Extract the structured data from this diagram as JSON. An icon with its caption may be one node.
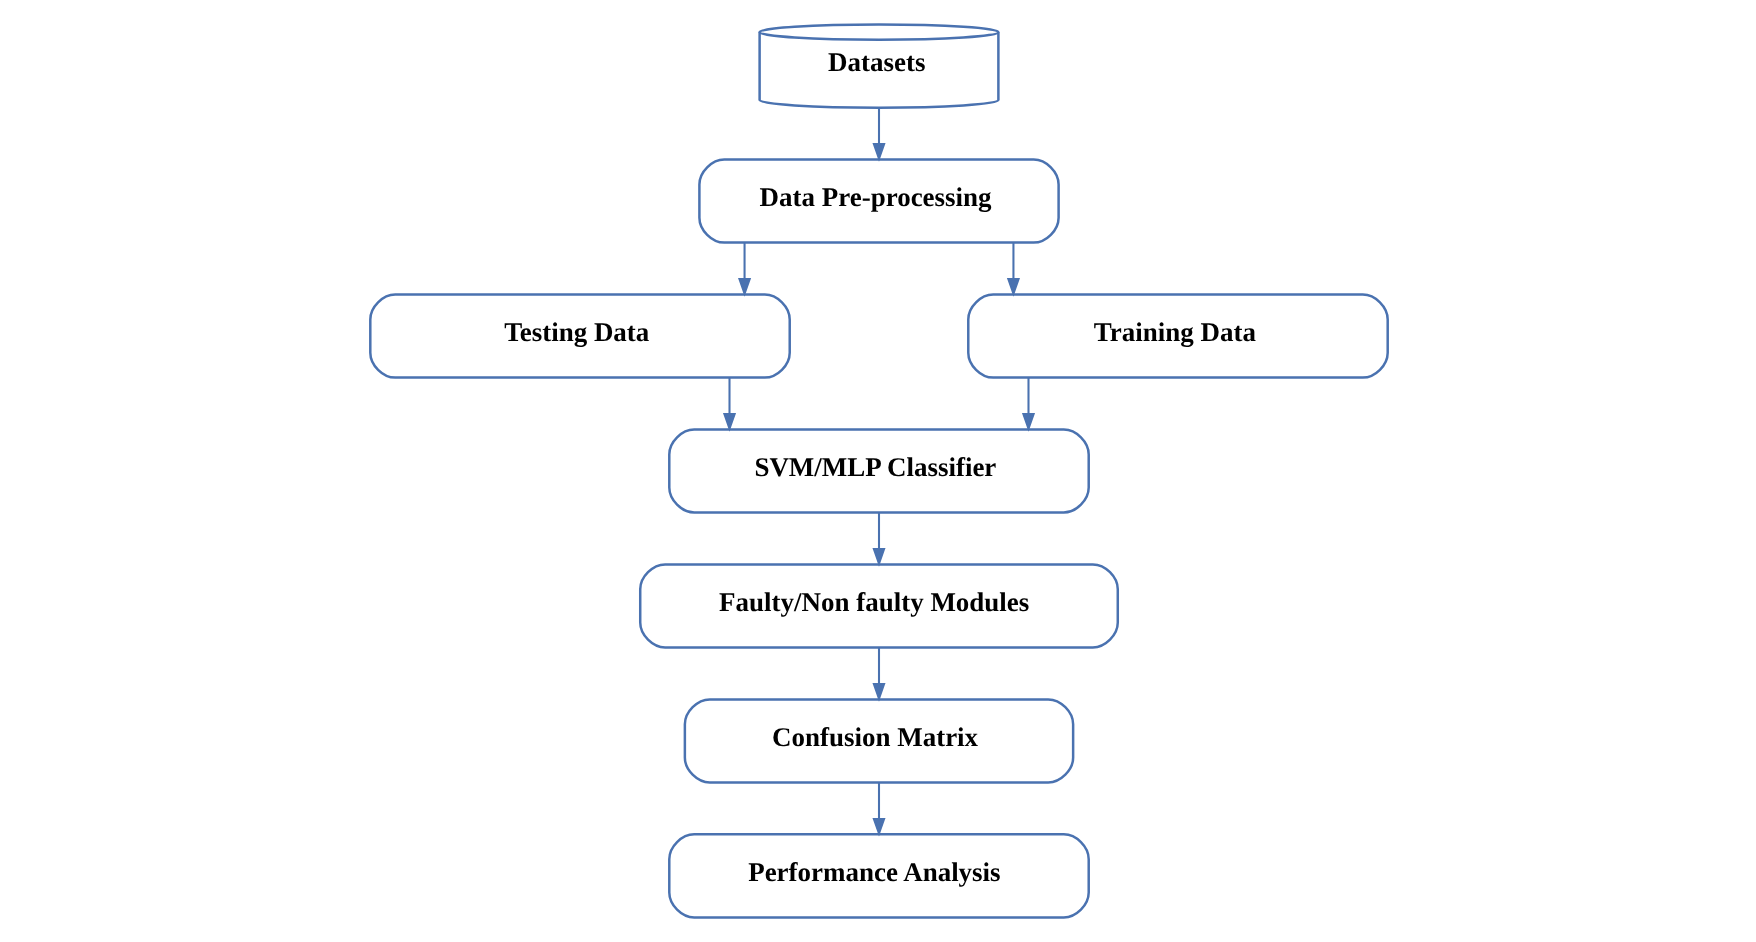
{
  "diagram": {
    "nodes": [
      {
        "text": [
          "Datasets"
        ]
      },
      {
        "text": [
          "Data Pre-processing"
        ]
      },
      {
        "text": [
          "Testing Data"
        ]
      },
      {
        "text": [
          "Training Data"
        ]
      },
      {
        "text": [
          "SVM/MLP Classifier"
        ]
      },
      {
        "text": [
          "Faulty/Non faulty Modules"
        ]
      },
      {
        "text": [
          "Confusion Matrix"
        ]
      },
      {
        "text": [
          "Performance Analysis"
        ]
      }
    ],
    "edges": [
      {
        "from": 0,
        "to": 1,
        "arrow": "to"
      },
      {
        "from": 1,
        "to": 2,
        "arrow": "to"
      },
      {
        "from": 1,
        "to": 3,
        "arrow": "to"
      },
      {
        "from": 2,
        "to": 4,
        "arrow": "to"
      },
      {
        "from": 3,
        "to": 4,
        "arrow": "to"
      },
      {
        "from": 4,
        "to": 5,
        "arrow": "to"
      },
      {
        "from": 5,
        "to": 6,
        "arrow": "to"
      },
      {
        "from": 6,
        "to": 7,
        "arrow": "to"
      }
    ]
  }
}
